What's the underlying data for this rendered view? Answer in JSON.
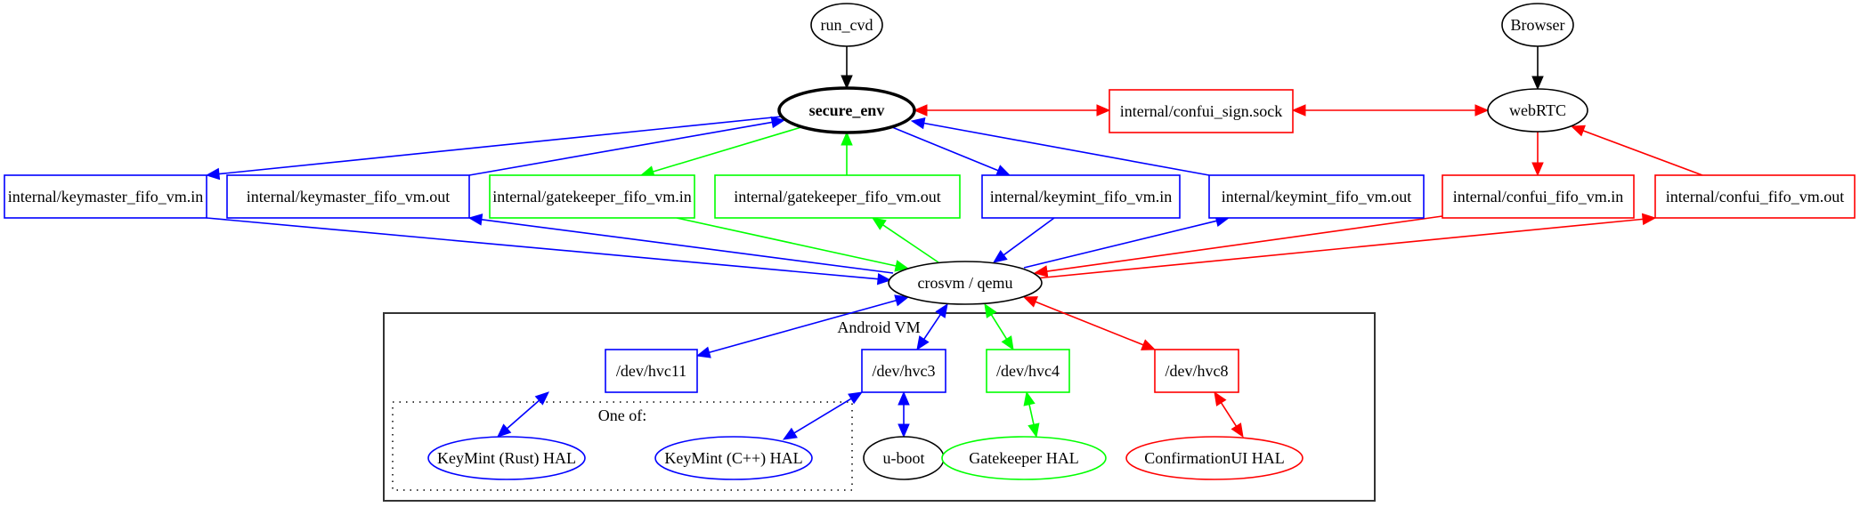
{
  "title": "Cuttlefish secure_env architecture",
  "colors": {
    "keymint": "#0000ff",
    "gatekeeper": "#00ff00",
    "confui": "#ff0000",
    "neutral": "#000000",
    "cluster": "#000000"
  },
  "clusters": [
    {
      "id": "android_vm",
      "label": "Android VM",
      "style": "solid"
    },
    {
      "id": "one_of",
      "label": "One of:",
      "style": "dotted"
    }
  ],
  "nodes": [
    {
      "id": "run_cvd",
      "label": "run_cvd",
      "shape": "ellipse",
      "color": "neutral"
    },
    {
      "id": "secure_env",
      "label": "secure_env",
      "shape": "ellipse",
      "color": "neutral",
      "bold": true
    },
    {
      "id": "browser",
      "label": "Browser",
      "shape": "ellipse",
      "color": "neutral"
    },
    {
      "id": "webrtc",
      "label": "webRTC",
      "shape": "ellipse",
      "color": "neutral"
    },
    {
      "id": "confui_sign",
      "label": "internal/confui_sign.sock",
      "shape": "box",
      "color": "confui"
    },
    {
      "id": "km_in",
      "label": "internal/keymaster_fifo_vm.in",
      "shape": "box",
      "color": "keymint"
    },
    {
      "id": "km_out",
      "label": "internal/keymaster_fifo_vm.out",
      "shape": "box",
      "color": "keymint"
    },
    {
      "id": "gk_in",
      "label": "internal/gatekeeper_fifo_vm.in",
      "shape": "box",
      "color": "gatekeeper"
    },
    {
      "id": "gk_out",
      "label": "internal/gatekeeper_fifo_vm.out",
      "shape": "box",
      "color": "gatekeeper"
    },
    {
      "id": "kmint_in",
      "label": "internal/keymint_fifo_vm.in",
      "shape": "box",
      "color": "keymint"
    },
    {
      "id": "kmint_out",
      "label": "internal/keymint_fifo_vm.out",
      "shape": "box",
      "color": "keymint"
    },
    {
      "id": "confui_in",
      "label": "internal/confui_fifo_vm.in",
      "shape": "box",
      "color": "confui"
    },
    {
      "id": "confui_out",
      "label": "internal/confui_fifo_vm.out",
      "shape": "box",
      "color": "confui"
    },
    {
      "id": "crosvm",
      "label": "crosvm / qemu",
      "shape": "ellipse",
      "color": "neutral"
    },
    {
      "id": "hvc11",
      "label": "/dev/hvc11",
      "shape": "box",
      "color": "keymint",
      "cluster": "android_vm"
    },
    {
      "id": "hvc3",
      "label": "/dev/hvc3",
      "shape": "box",
      "color": "keymint",
      "cluster": "android_vm"
    },
    {
      "id": "hvc4",
      "label": "/dev/hvc4",
      "shape": "box",
      "color": "gatekeeper",
      "cluster": "android_vm"
    },
    {
      "id": "hvc8",
      "label": "/dev/hvc8",
      "shape": "box",
      "color": "confui",
      "cluster": "android_vm"
    },
    {
      "id": "km_rust",
      "label": "KeyMint (Rust) HAL",
      "shape": "ellipse",
      "color": "keymint",
      "cluster": "one_of"
    },
    {
      "id": "km_cpp",
      "label": "KeyMint (C++) HAL",
      "shape": "ellipse",
      "color": "keymint",
      "cluster": "one_of"
    },
    {
      "id": "uboot",
      "label": "u-boot",
      "shape": "ellipse",
      "color": "neutral",
      "cluster": "android_vm"
    },
    {
      "id": "gk_hal",
      "label": "Gatekeeper HAL",
      "shape": "ellipse",
      "color": "gatekeeper",
      "cluster": "android_vm"
    },
    {
      "id": "confui_hal",
      "label": "ConfirmationUI HAL",
      "shape": "ellipse",
      "color": "confui",
      "cluster": "android_vm"
    }
  ],
  "edges": [
    {
      "from": "run_cvd",
      "to": "secure_env",
      "color": "neutral",
      "dir": "forward"
    },
    {
      "from": "browser",
      "to": "webrtc",
      "color": "neutral",
      "dir": "forward"
    },
    {
      "from": "secure_env",
      "to": "confui_sign",
      "color": "confui",
      "dir": "both"
    },
    {
      "from": "confui_sign",
      "to": "webrtc",
      "color": "confui",
      "dir": "both"
    },
    {
      "from": "secure_env",
      "to": "km_in",
      "color": "keymint",
      "dir": "forward"
    },
    {
      "from": "km_out",
      "to": "secure_env",
      "color": "keymint",
      "dir": "forward"
    },
    {
      "from": "secure_env",
      "to": "gk_in",
      "color": "gatekeeper",
      "dir": "forward"
    },
    {
      "from": "gk_out",
      "to": "secure_env",
      "color": "gatekeeper",
      "dir": "forward"
    },
    {
      "from": "secure_env",
      "to": "kmint_in",
      "color": "keymint",
      "dir": "forward"
    },
    {
      "from": "kmint_out",
      "to": "secure_env",
      "color": "keymint",
      "dir": "forward"
    },
    {
      "from": "webrtc",
      "to": "confui_in",
      "color": "confui",
      "dir": "forward"
    },
    {
      "from": "confui_out",
      "to": "webrtc",
      "color": "confui",
      "dir": "forward"
    },
    {
      "from": "km_in",
      "to": "crosvm",
      "color": "keymint",
      "dir": "forward"
    },
    {
      "from": "crosvm",
      "to": "km_out",
      "color": "keymint",
      "dir": "forward"
    },
    {
      "from": "gk_in",
      "to": "crosvm",
      "color": "gatekeeper",
      "dir": "forward"
    },
    {
      "from": "crosvm",
      "to": "gk_out",
      "color": "gatekeeper",
      "dir": "forward"
    },
    {
      "from": "kmint_in",
      "to": "crosvm",
      "color": "keymint",
      "dir": "forward"
    },
    {
      "from": "crosvm",
      "to": "kmint_out",
      "color": "keymint",
      "dir": "forward"
    },
    {
      "from": "confui_in",
      "to": "crosvm",
      "color": "confui",
      "dir": "forward"
    },
    {
      "from": "crosvm",
      "to": "confui_out",
      "color": "confui",
      "dir": "forward"
    },
    {
      "from": "crosvm",
      "to": "hvc11",
      "color": "keymint",
      "dir": "both"
    },
    {
      "from": "crosvm",
      "to": "hvc3",
      "color": "keymint",
      "dir": "both"
    },
    {
      "from": "crosvm",
      "to": "hvc4",
      "color": "gatekeeper",
      "dir": "both"
    },
    {
      "from": "crosvm",
      "to": "hvc8",
      "color": "confui",
      "dir": "both"
    },
    {
      "from": "hvc11",
      "to": "km_rust",
      "color": "keymint",
      "dir": "both"
    },
    {
      "from": "hvc3",
      "to": "km_cpp",
      "color": "keymint",
      "dir": "both"
    },
    {
      "from": "hvc3",
      "to": "uboot",
      "color": "keymint",
      "dir": "both"
    },
    {
      "from": "hvc4",
      "to": "gk_hal",
      "color": "gatekeeper",
      "dir": "both"
    },
    {
      "from": "hvc8",
      "to": "confui_hal",
      "color": "confui",
      "dir": "both"
    }
  ]
}
